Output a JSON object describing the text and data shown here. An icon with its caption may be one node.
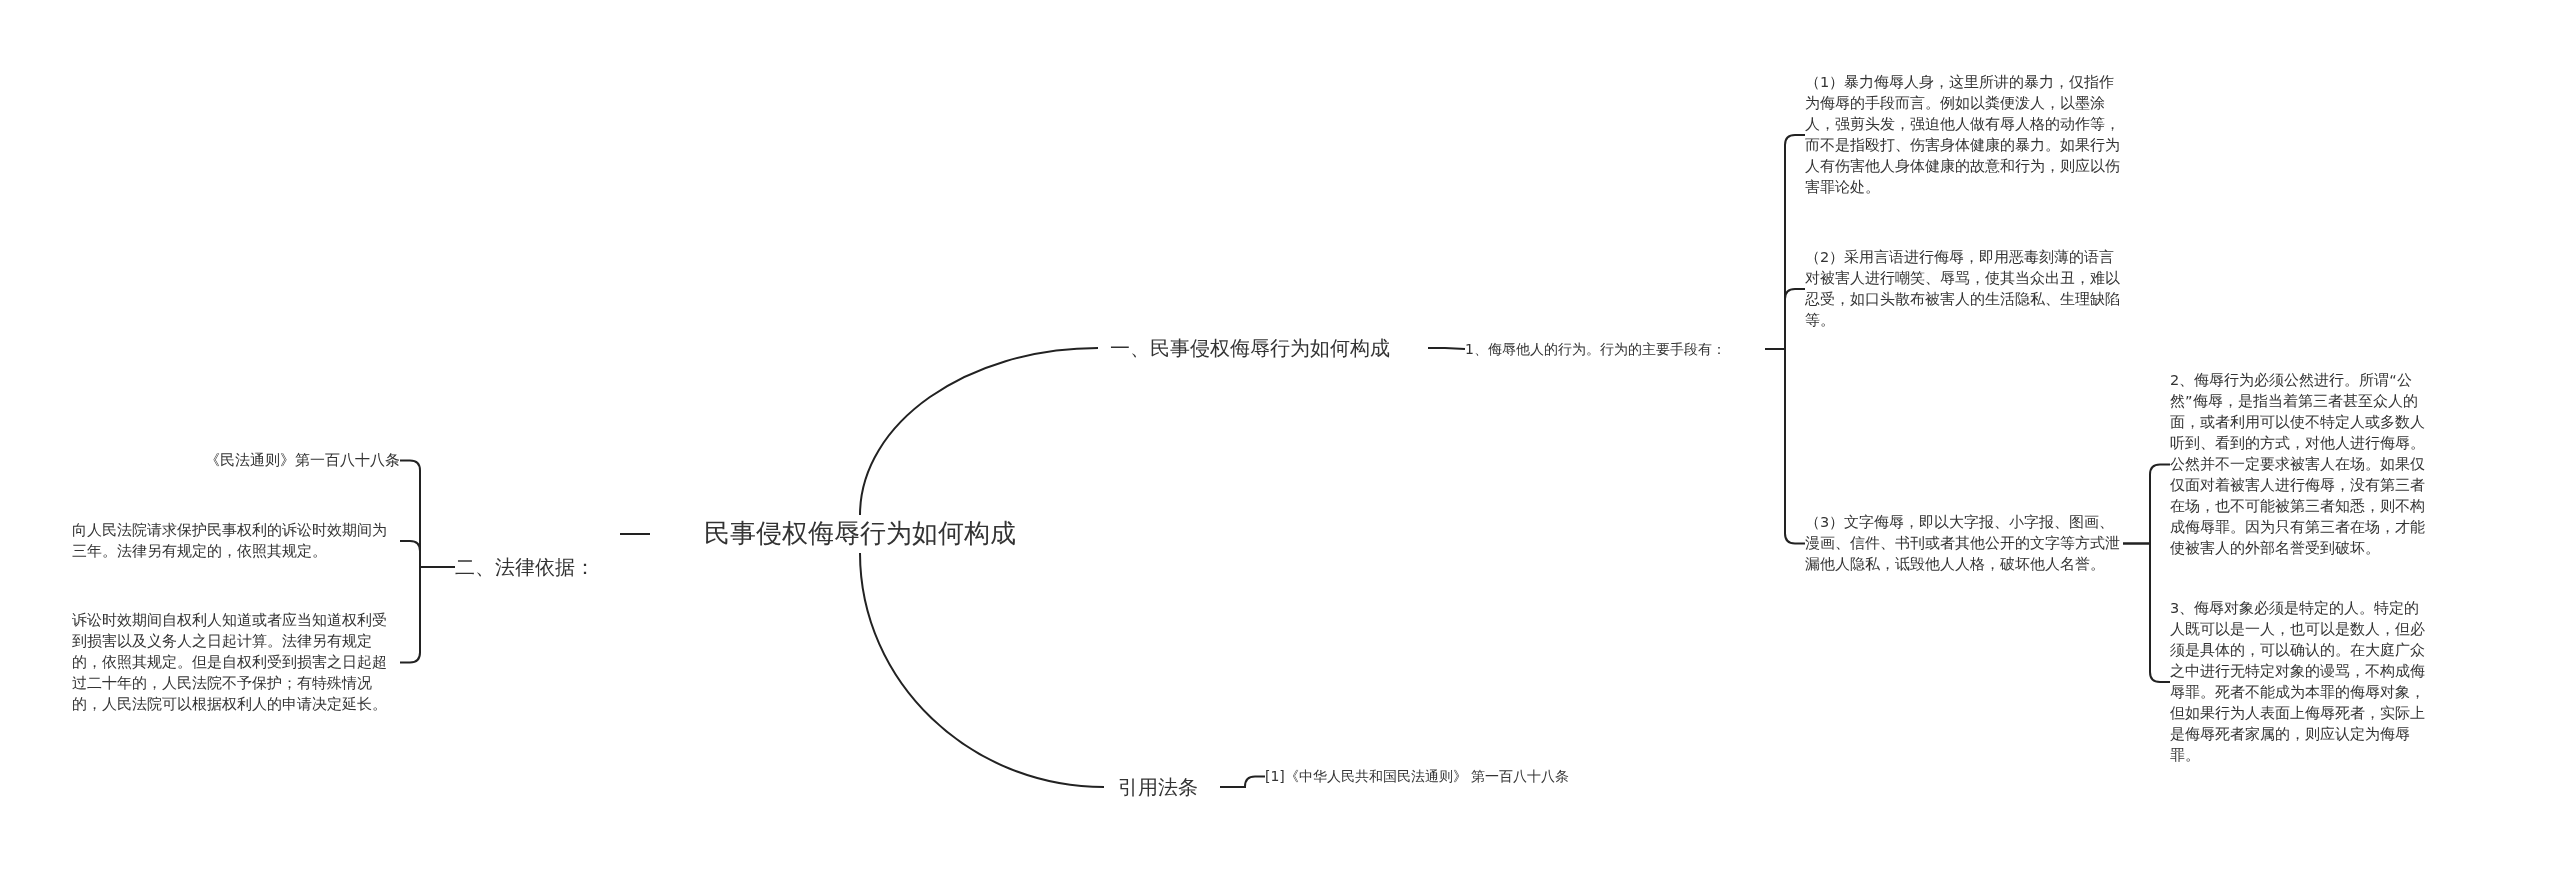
{
  "diagram": {
    "nodes": [
      {
        "text": [
          "民事侵权侮辱行为如何构成"
        ]
      },
      {
        "text": [
          "一、民事侵权侮辱行为如何构成"
        ]
      },
      {
        "text": [
          "1、侮辱他人的行为。行为的主要手段有："
        ]
      },
      {
        "text": [
          "（1）暴力侮辱人身，这里所讲的暴力，仅指作为侮辱的手段而言。例如以粪便泼人，以墨涂人，强剪头发，强迫他人做有辱人格的动作等，而不是指殴打、伤害身体健康的暴力。如果行为人有伤害他人身体健康的故意和行为，则应以伤害罪论处。"
        ]
      },
      {
        "text": [
          "（2）采用言语进行侮辱，即用恶毒刻薄的语言对被害人进行嘲笑、辱骂，使其当众出丑，难以忍受，如口头散布被害人的生活隐私、生理缺陷等。"
        ]
      },
      {
        "text": [
          "（3）文字侮辱，即以大字报、小字报、图画、漫画、信件、书刊或者其他公开的文字等方式泄漏他人隐私，诋毁他人人格，破坏他人名誉。"
        ]
      },
      {
        "text": [
          "2、侮辱行为必须公然进行。所谓“公然”侮辱，是指当着第三者甚至众人的面，或者利用可以使不特定人或多数人听到、看到的方式，对他人进行侮辱。公然并不一定要求被害人在场。如果仅仅面对着被害人进行侮辱，没有第三者在场，也不可能被第三者知悉，则不构成侮辱罪。因为只有第三者在场，才能使被害人的外部名誉受到破坏。"
        ]
      },
      {
        "text": [
          "3、侮辱对象必须是特定的人。特定的人既可以是一人，也可以是数人，但必须是具体的，可以确认的。在大庭广众之中进行无特定对象的谩骂，不构成侮辱罪。死者不能成为本罪的侮辱对象，但如果行为人表面上侮辱死者，实际上是侮辱死者家属的，则应认定为侮辱罪。"
        ]
      },
      {
        "text": [
          "二、法律依据："
        ]
      },
      {
        "text": [
          "《民法通则》第一百八十八条"
        ]
      },
      {
        "text": [
          "向人民法院请求保护民事权利的诉讼时效期间为三年。法律另有规定的，依照其规定。"
        ]
      },
      {
        "text": [
          "诉讼时效期间自权利人知道或者应当知道权利受到损害以及义务人之日起计算。法律另有规定的，依照其规定。但是自权利受到损害之日起超过二十年的，人民法院不予保护；有特殊情况的，人民法院可以根据权利人的申请决定延长。"
        ]
      },
      {
        "text": [
          "引用法条"
        ]
      },
      {
        "text": [
          "[1]《中华人民共和国民法通则》 第一百八十八条"
        ]
      }
    ],
    "edges": [
      {
        "from": 0,
        "to": 1,
        "arrow": "none"
      },
      {
        "from": 1,
        "to": 2,
        "arrow": "none"
      },
      {
        "from": 2,
        "to": 3,
        "arrow": "none"
      },
      {
        "from": 2,
        "to": 4,
        "arrow": "none"
      },
      {
        "from": 2,
        "to": 5,
        "arrow": "none"
      },
      {
        "from": 5,
        "to": 6,
        "arrow": "none"
      },
      {
        "from": 5,
        "to": 7,
        "arrow": "none"
      },
      {
        "from": 0,
        "to": 8,
        "arrow": "none"
      },
      {
        "from": 8,
        "to": 9,
        "arrow": "none"
      },
      {
        "from": 8,
        "to": 10,
        "arrow": "none"
      },
      {
        "from": 8,
        "to": 11,
        "arrow": "none"
      },
      {
        "from": 0,
        "to": 12,
        "arrow": "none"
      },
      {
        "from": 12,
        "to": 13,
        "arrow": "none"
      }
    ]
  }
}
